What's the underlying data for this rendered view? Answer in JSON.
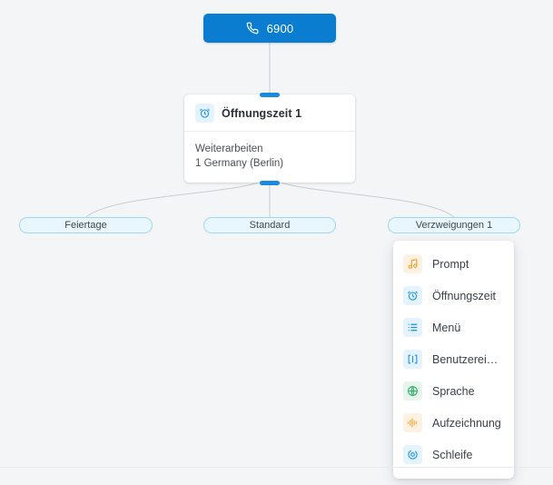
{
  "theme": {
    "background": "#f4f5f7",
    "accent": "#0b7dd1",
    "handle": "#1a8ae0",
    "pill_fill": "#e8f7fc",
    "pill_border": "#9fd8ee",
    "edge_stroke": "#c9ccd2",
    "icon_blue": "#1b93e0",
    "icon_orange": "#f3a02a",
    "icon_green": "#2ab367"
  },
  "root": {
    "label": "6900",
    "icon": "phone-icon"
  },
  "node": {
    "title": "Öffnungszeit 1",
    "icon": "alarm-clock-icon",
    "lines": [
      "Weiterarbeiten",
      "1 Germany (Berlin)"
    ]
  },
  "branches": [
    {
      "label": "Feiertage"
    },
    {
      "label": "Standard"
    },
    {
      "label": "Verzweigungen 1"
    }
  ],
  "menu": {
    "items": [
      {
        "label": "Prompt",
        "icon": "music-note-icon",
        "tile": "orange"
      },
      {
        "label": "Öffnungszeit",
        "icon": "alarm-clock-icon",
        "tile": "blue"
      },
      {
        "label": "Menü",
        "icon": "list-icon",
        "tile": "blue"
      },
      {
        "label": "Benutzereing...",
        "icon": "user-input-icon",
        "tile": "blue"
      },
      {
        "label": "Sprache",
        "icon": "globe-icon",
        "tile": "green"
      },
      {
        "label": "Aufzeichnung",
        "icon": "waveform-icon",
        "tile": "orange"
      },
      {
        "label": "Schleife",
        "icon": "loop-icon",
        "tile": "blue"
      }
    ]
  }
}
